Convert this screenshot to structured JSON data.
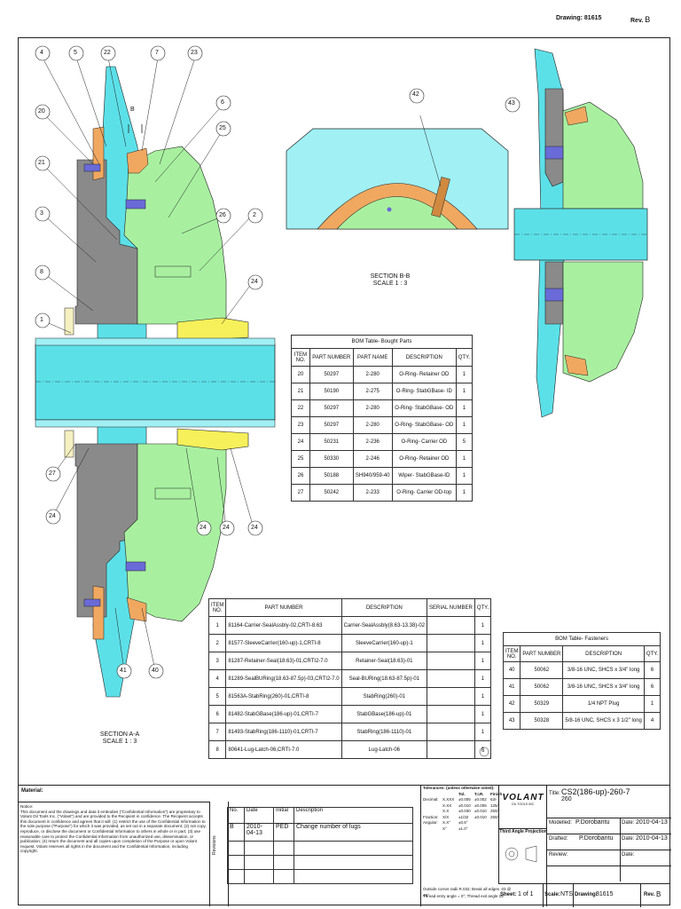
{
  "header": {
    "drawing_label": "Drawing:",
    "drawing_no": "81615",
    "rev_label": "Rev.",
    "rev": "B"
  },
  "sections": {
    "aa_title": "SECTION A-A",
    "aa_scale": "SCALE 1 : 3",
    "bb_title": "SECTION B-B",
    "bb_scale": "SCALE 1 : 3",
    "cut_label": "B"
  },
  "balloons": {
    "b4": "4",
    "b5": "5",
    "b22": "22",
    "b7": "7",
    "b23": "23",
    "b6": "6",
    "b20": "20",
    "b25": "25",
    "b21": "21",
    "b26": "26",
    "b2": "2",
    "b3": "3",
    "b8": "8",
    "b24a": "24",
    "b1": "1",
    "b27": "27",
    "b24b": "24",
    "b24c": "24",
    "b24d": "24",
    "b24e": "24",
    "b41": "41",
    "b40": "40",
    "b42": "42",
    "b43": "43"
  },
  "bom_bought": {
    "title": "BOM Table- Bought Parts",
    "headers": [
      "ITEM NO.",
      "PART NUMBER",
      "PART NAME",
      "DESCRIPTION",
      "QTY."
    ],
    "rows": [
      [
        "20",
        "50297",
        "2-280",
        "O-Ring- Retainer OD",
        "1"
      ],
      [
        "21",
        "50190",
        "2-275",
        "O-Ring- StabGBase- ID",
        "1"
      ],
      [
        "22",
        "50297",
        "2-280",
        "O-Ring- StabGBase- OD",
        "1"
      ],
      [
        "23",
        "50297",
        "2-280",
        "O-Ring- StabGBase- OD",
        "1"
      ],
      [
        "24",
        "50231",
        "2-236",
        "O-Ring- Carrier OD",
        "5"
      ],
      [
        "25",
        "50330",
        "2-246",
        "O-Ring- Retainer OD",
        "1"
      ],
      [
        "26",
        "50188",
        "SH940/959-40",
        "Wiper- StabGBase-ID",
        "1"
      ],
      [
        "27",
        "50242",
        "2-233",
        "O-Ring- Carrier OD-top",
        "1"
      ]
    ]
  },
  "bom_main": {
    "headers": [
      "ITEM NO.",
      "PART NUMBER",
      "DESCRIPTION",
      "SERIAL NUMBER",
      "QTY."
    ],
    "rows": [
      [
        "1",
        "81164-Carrier-SealAssbly-02,CRTI-8.63",
        "Carrier-SealAssbly(8.63-13.38)-02",
        "",
        "1"
      ],
      [
        "2",
        "81577-SleeveCarrier(160-up)-1,CRTI-8",
        "SleeveCarrier(160-up)-1",
        "",
        "1"
      ],
      [
        "3",
        "81287-Retainer-Seal(18.63)-01,CRTI2-7.0",
        "Retainer-Seal(18.63)-01",
        "",
        "1"
      ],
      [
        "4",
        "81289-SealBURing(18.63-87.5p)-03,CRTI2-7.0",
        "Seal-BURing(18.63-87.5p)-01",
        "",
        "1"
      ],
      [
        "5",
        "81563A-StabRing(260)-01,CRTI-8",
        "StabRing(260)-01",
        "",
        "1"
      ],
      [
        "6",
        "81482-StabGBase(186-up)-01,CRTI-7",
        "StabGBase(186-up)-01",
        "",
        "1"
      ],
      [
        "7",
        "81493-StabRing(186-1110)-01,CRTI-7",
        "StabRing(186-1110)-01",
        "",
        "1"
      ],
      [
        "8",
        "80641-Lug-Latch-06,CRTI-7.0",
        "Lug-Latch-06",
        "",
        "6"
      ]
    ],
    "note_flag": "6"
  },
  "bom_fasteners": {
    "title": "BOM Table- Fasteners",
    "headers": [
      "ITEM NO.",
      "PART NUMBER",
      "DESCRIPTION",
      "QTY."
    ],
    "rows": [
      [
        "40",
        "50062",
        "3/8-16 UNC, SHCS x 3/4\" long",
        "6"
      ],
      [
        "41",
        "50062",
        "3/8-16 UNC, SHCS x 3/4\" long",
        "6"
      ],
      [
        "42",
        "50329",
        "1/4 NPT Plug",
        "1"
      ],
      [
        "43",
        "50328",
        "5/8-16 UNC, SHCS x 3 1/2\" long",
        "4"
      ]
    ]
  },
  "title_block": {
    "material_label": "Material:",
    "notice_label": "Notice:",
    "notice_text": "This document and the drawings and data it embodies (\"Confidential Information\") are proprietary to Volant Oil Tools Inc. (\"Volant\") and are provided to the Recipient in confidence. The Recipient accepts this document in confidence and agrees that it will: (1) restrict the use of the Confidential Information to the sole purpose (\"Purpose\") for which it was provided, as set out in a separate document; (2) not copy, reproduce, or disclose the document or Confidential Information to others in whole or in part; (3) use reasonable care to protect the Confidential Information from unauthorized use, dissemination, or publication; (4) return the document and all copies upon completion of the Purpose or upon Volant request. Volant reserves all rights in the document and the Confidential Information, including copyright.",
    "revisions_label": "Revisions",
    "rev_headers": [
      "No.",
      "Date",
      "Initial",
      "Description"
    ],
    "rev_rows": [
      [
        "B",
        "2010-04-13",
        "PED",
        "Change number of lugs"
      ]
    ],
    "tolerances_title": "Tolerances: (unless otherwise noted):",
    "tol_cols": [
      "Tol.",
      "T.I.R.",
      "Finish"
    ],
    "tol_rows": [
      [
        "Decimal:",
        "X.XXX",
        "±0.005",
        "±0.002",
        "63/-"
      ],
      [
        "",
        "X.XX",
        "±0.010",
        "±0.005",
        "125/-"
      ],
      [
        "",
        "X.X",
        "±0.030",
        "±0.010",
        "250/-"
      ],
      [
        "Fraction:",
        "X/X",
        "±1/32",
        "±0.010",
        "250/-"
      ],
      [
        "Angular:",
        "X.X°",
        "±0.5°",
        "",
        ""
      ],
      [
        "",
        "X°",
        "±1.0°",
        "",
        ""
      ]
    ],
    "tol_note1": "Outside corner radii R.032; Break all edges .03 @ 45°",
    "tol_note2": "Thread entry angle = 0°; Thread exit angle 15°",
    "logo_text": "VOLANT",
    "logo_sub": "OIL TOOLS INC.",
    "projection": "Third Angle Projection",
    "title_label": "Title:",
    "title": "CS2(186-up)-260-7",
    "title2": "260",
    "modelled_label": "Modelled:",
    "modelled": "P.Dorobantu",
    "drafted_label": "Drafted:",
    "drafted": "P.Dorobantu",
    "review_label": "Review:",
    "review": "",
    "date_label": "Date:",
    "date1": "2010-04-13",
    "date2": "2010-04-13",
    "date3": "",
    "sheet_label": "Sheet:",
    "sheet": "1 of 1",
    "scale_label": "Scale:",
    "scale": "NTS",
    "drawing_label": "Drawing:",
    "drawing": "81615",
    "rev_label": "Rev.",
    "rev": "B"
  },
  "colors": {
    "cyan": "#5ce0e8",
    "gray": "#8a8a8a",
    "green": "#a8f0a0",
    "orange": "#f0a860",
    "yellow": "#f6f05a",
    "blue": "#6a6ad8",
    "light_cyan": "#a0f0f4"
  }
}
